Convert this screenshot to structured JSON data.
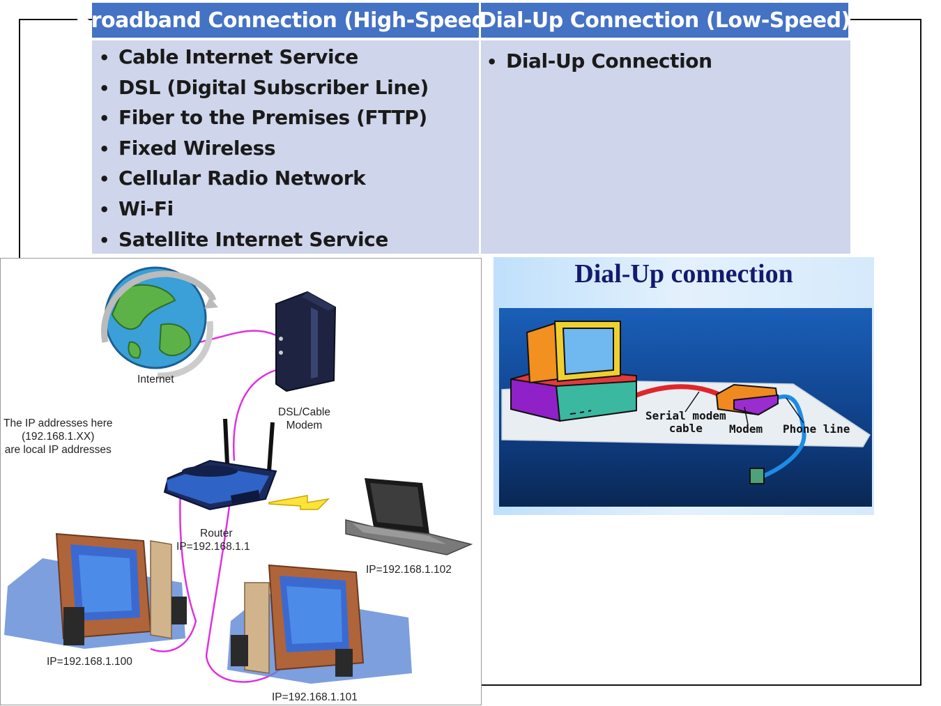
{
  "table": {
    "broadband_header": "Broadband Connection (High-Speed)",
    "dialup_header": "Dial-Up Connection (Low-Speed)",
    "broadband_items": [
      "Cable Internet Service",
      "DSL (Digital Subscriber Line)",
      "Fiber to the Premises (FTTP)",
      "Fixed Wireless",
      "Cellular Radio Network",
      "Wi-Fi",
      "Satellite Internet Service"
    ],
    "dialup_items": [
      "Dial-Up Connection"
    ]
  },
  "network": {
    "internet_label": "Internet",
    "modem_label_1": "DSL/Cable",
    "modem_label_2": "Modem",
    "note_1": "The IP addresses here",
    "note_2": "(192.168.1.XX)",
    "note_3": "are local IP addresses",
    "router_label": "Router",
    "router_ip": "IP=192.168.1.1",
    "laptop_ip": "IP=192.168.1.102",
    "pc1_ip": "IP=192.168.1.100",
    "pc2_ip": "IP=192.168.1.101"
  },
  "dialup": {
    "title": "Dial-Up connection",
    "serial_1": "Serial modem",
    "serial_2": "cable",
    "modem": "Modem",
    "phone_line": "Phone line"
  },
  "colors": {
    "header_blue": "#4472c4",
    "cell_lavender": "#cfd5ea",
    "cable_magenta": "#e030e0",
    "title_navy": "#141a6e"
  }
}
